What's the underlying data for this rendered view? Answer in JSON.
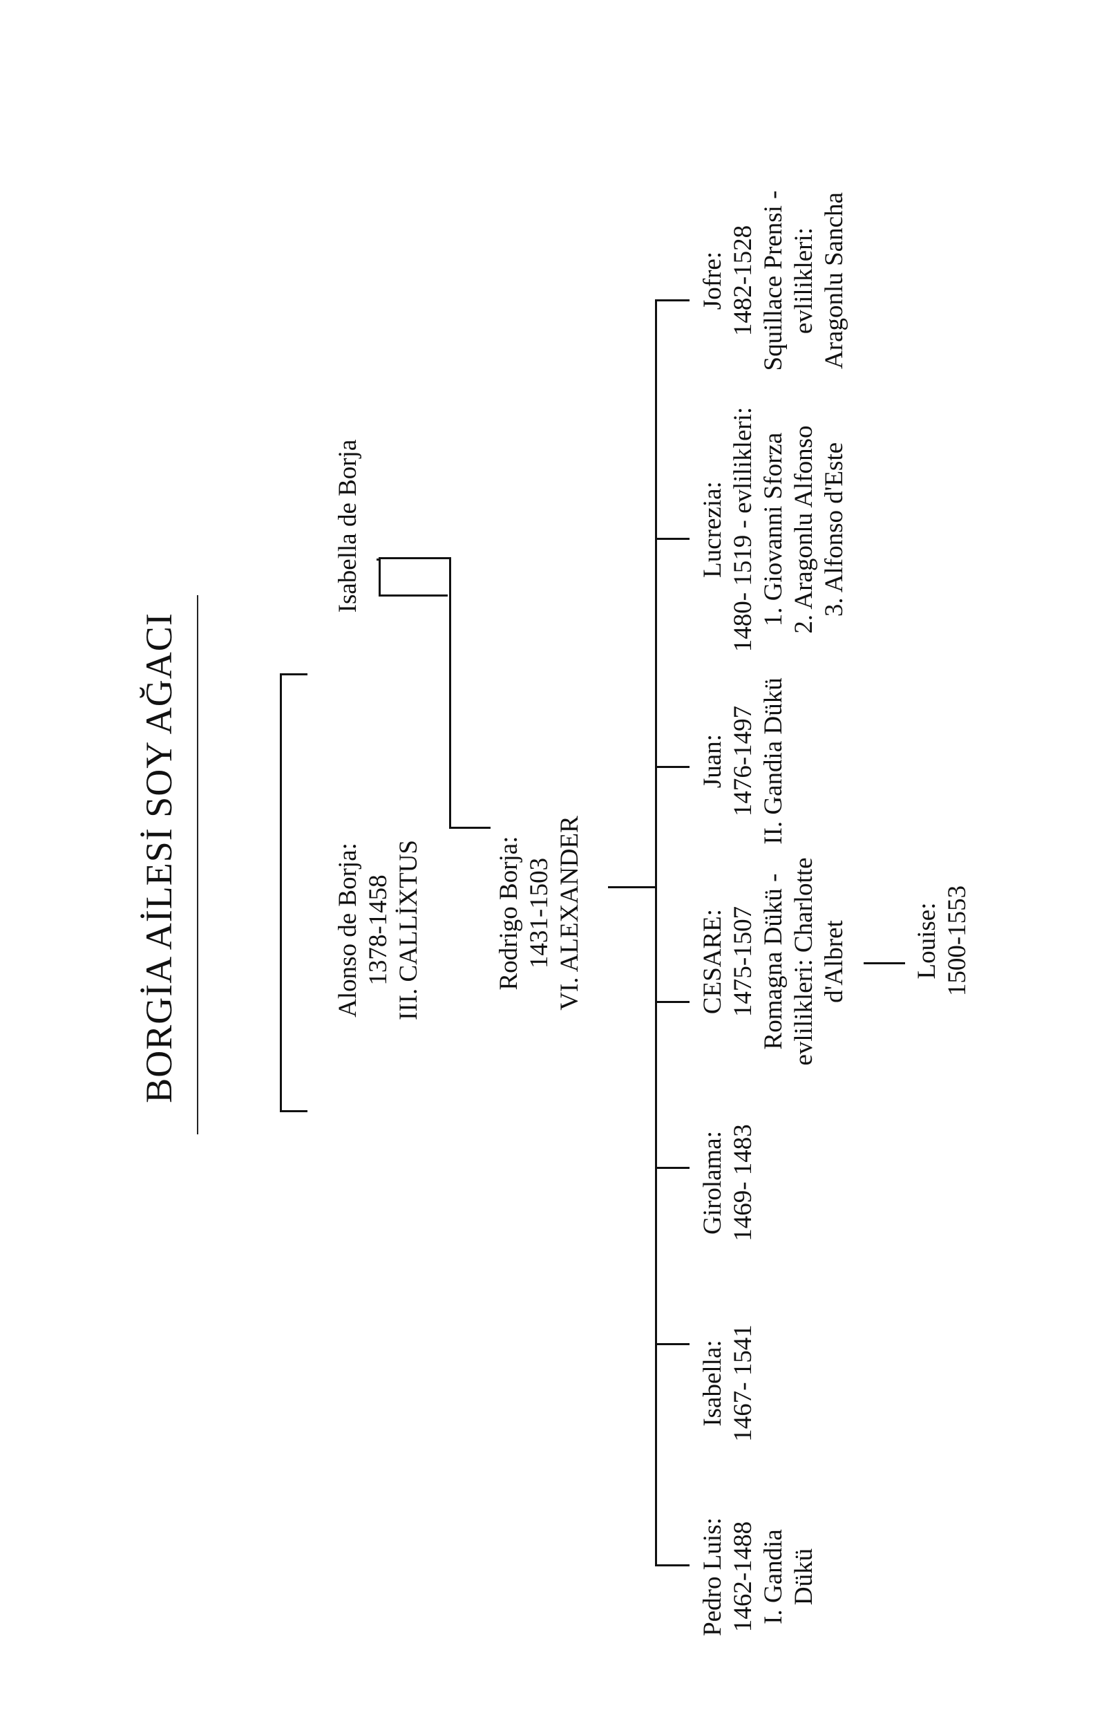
{
  "title": "BORGİA AİLESİ SOY AĞACI",
  "ancestors": [
    {
      "lines": [
        "Alonso de Borja:",
        "1378-1458",
        "III. CALLİXTUS"
      ]
    },
    {
      "lines": [
        "Isabella de Borja"
      ]
    }
  ],
  "parent": {
    "lines": [
      "Rodrigo Borja:",
      "1431-1503",
      "VI. ALEXANDER"
    ]
  },
  "children": [
    {
      "lines": [
        "Pedro Luis:",
        "1462-1488",
        "I. Gandia",
        "Dükü"
      ]
    },
    {
      "lines": [
        "Isabella:",
        "1467- 1541"
      ]
    },
    {
      "lines": [
        "Girolama:",
        "1469- 1483"
      ]
    },
    {
      "lines": [
        "CESARE:",
        "1475-1507",
        "Romagna Dükü -",
        "evlilikleri: Charlotte",
        "d'Albret"
      ]
    },
    {
      "lines": [
        "Juan:",
        "1476-1497",
        "II. Gandia Dükü"
      ]
    },
    {
      "lines": [
        "Lucrezia:",
        "1480- 1519 - evlilikleri:",
        "1. Giovanni Sforza",
        "2. Aragonlu Alfonso",
        "3. Alfonso d'Este"
      ]
    },
    {
      "lines": [
        "Jofre:",
        "1482-1528",
        "Squillace Prensi -",
        "evlilikleri:",
        "Aragonlu Sancha"
      ]
    }
  ],
  "grandchild": {
    "lines": [
      "Louise:",
      "1500-1553"
    ]
  }
}
